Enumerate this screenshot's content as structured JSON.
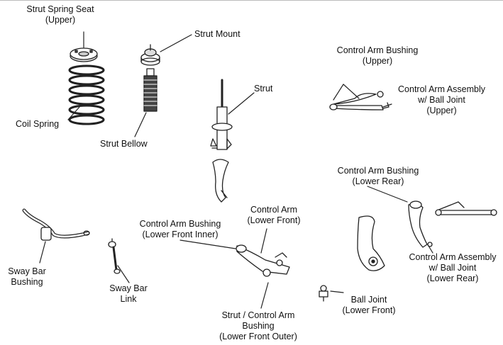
{
  "labels": {
    "strut_spring_seat": [
      "Strut Spring Seat",
      "(Upper)"
    ],
    "strut_mount": [
      "Strut Mount"
    ],
    "coil_spring": [
      "Coil Spring"
    ],
    "strut_bellow": [
      "Strut Bellow"
    ],
    "strut": [
      "Strut"
    ],
    "ca_bushing_upper": [
      "Control Arm Bushing",
      "(Upper)"
    ],
    "ca_assembly_upper": [
      "Control Arm Assembly",
      "w/ Ball Joint",
      "(Upper)"
    ],
    "ca_bushing_lower_rear": [
      "Control Arm Bushing",
      "(Lower Rear)"
    ],
    "sway_bar_bushing": [
      "Sway Bar",
      "Bushing"
    ],
    "sway_bar_link": [
      "Sway Bar",
      "Link"
    ],
    "ca_bushing_lower_front_inner": [
      "Control Arm Bushing",
      "(Lower Front Inner)"
    ],
    "ca_lower_front": [
      "Control Arm",
      "(Lower Front)"
    ],
    "ca_assembly_lower_rear": [
      "Control Arm Assembly",
      "w/ Ball Joint",
      "(Lower Rear)"
    ],
    "ball_joint_lower_front": [
      "Ball Joint",
      "(Lower Front)"
    ],
    "strut_ca_bushing_outer": [
      "Strut / Control Arm",
      "Bushing",
      "(Lower Front Outer)"
    ]
  }
}
